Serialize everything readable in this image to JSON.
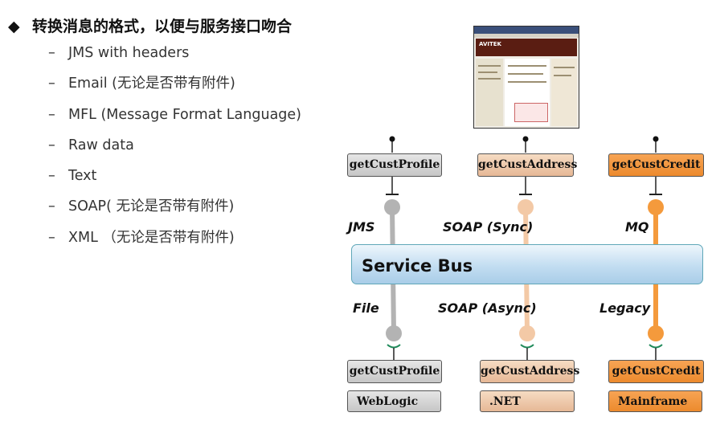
{
  "title": {
    "bullet": "◆",
    "text": "转换消息的格式，以便与服务接口吻合"
  },
  "formats": [
    "JMS with headers",
    "Email (无论是否带有附件)",
    "MFL (Message Format Language)",
    "Raw data",
    "Text",
    "SOAP( 无论是否带有附件)",
    "XML （无论是否带有附件)"
  ],
  "dash": "–",
  "diagram": {
    "screenshot_logo": "AVITEK",
    "bus_label": "Service Bus",
    "top_services": [
      "getCustProfile",
      "getCustAddress",
      "getCustCredit"
    ],
    "top_protocols": [
      "JMS",
      "SOAP (Sync)",
      "MQ"
    ],
    "bottom_protocols": [
      "File",
      "SOAP (Async)",
      "Legacy"
    ],
    "bottom_services": [
      "getCustProfile",
      "getCustAddress",
      "getCustCredit"
    ],
    "platforms": [
      "WebLogic",
      ".NET",
      "Mainframe"
    ],
    "colors": {
      "gray": "#b3b3b3",
      "tan": "#f3c9a6",
      "orange": "#f49a3c",
      "bus_border": "#5fa7b8"
    }
  }
}
